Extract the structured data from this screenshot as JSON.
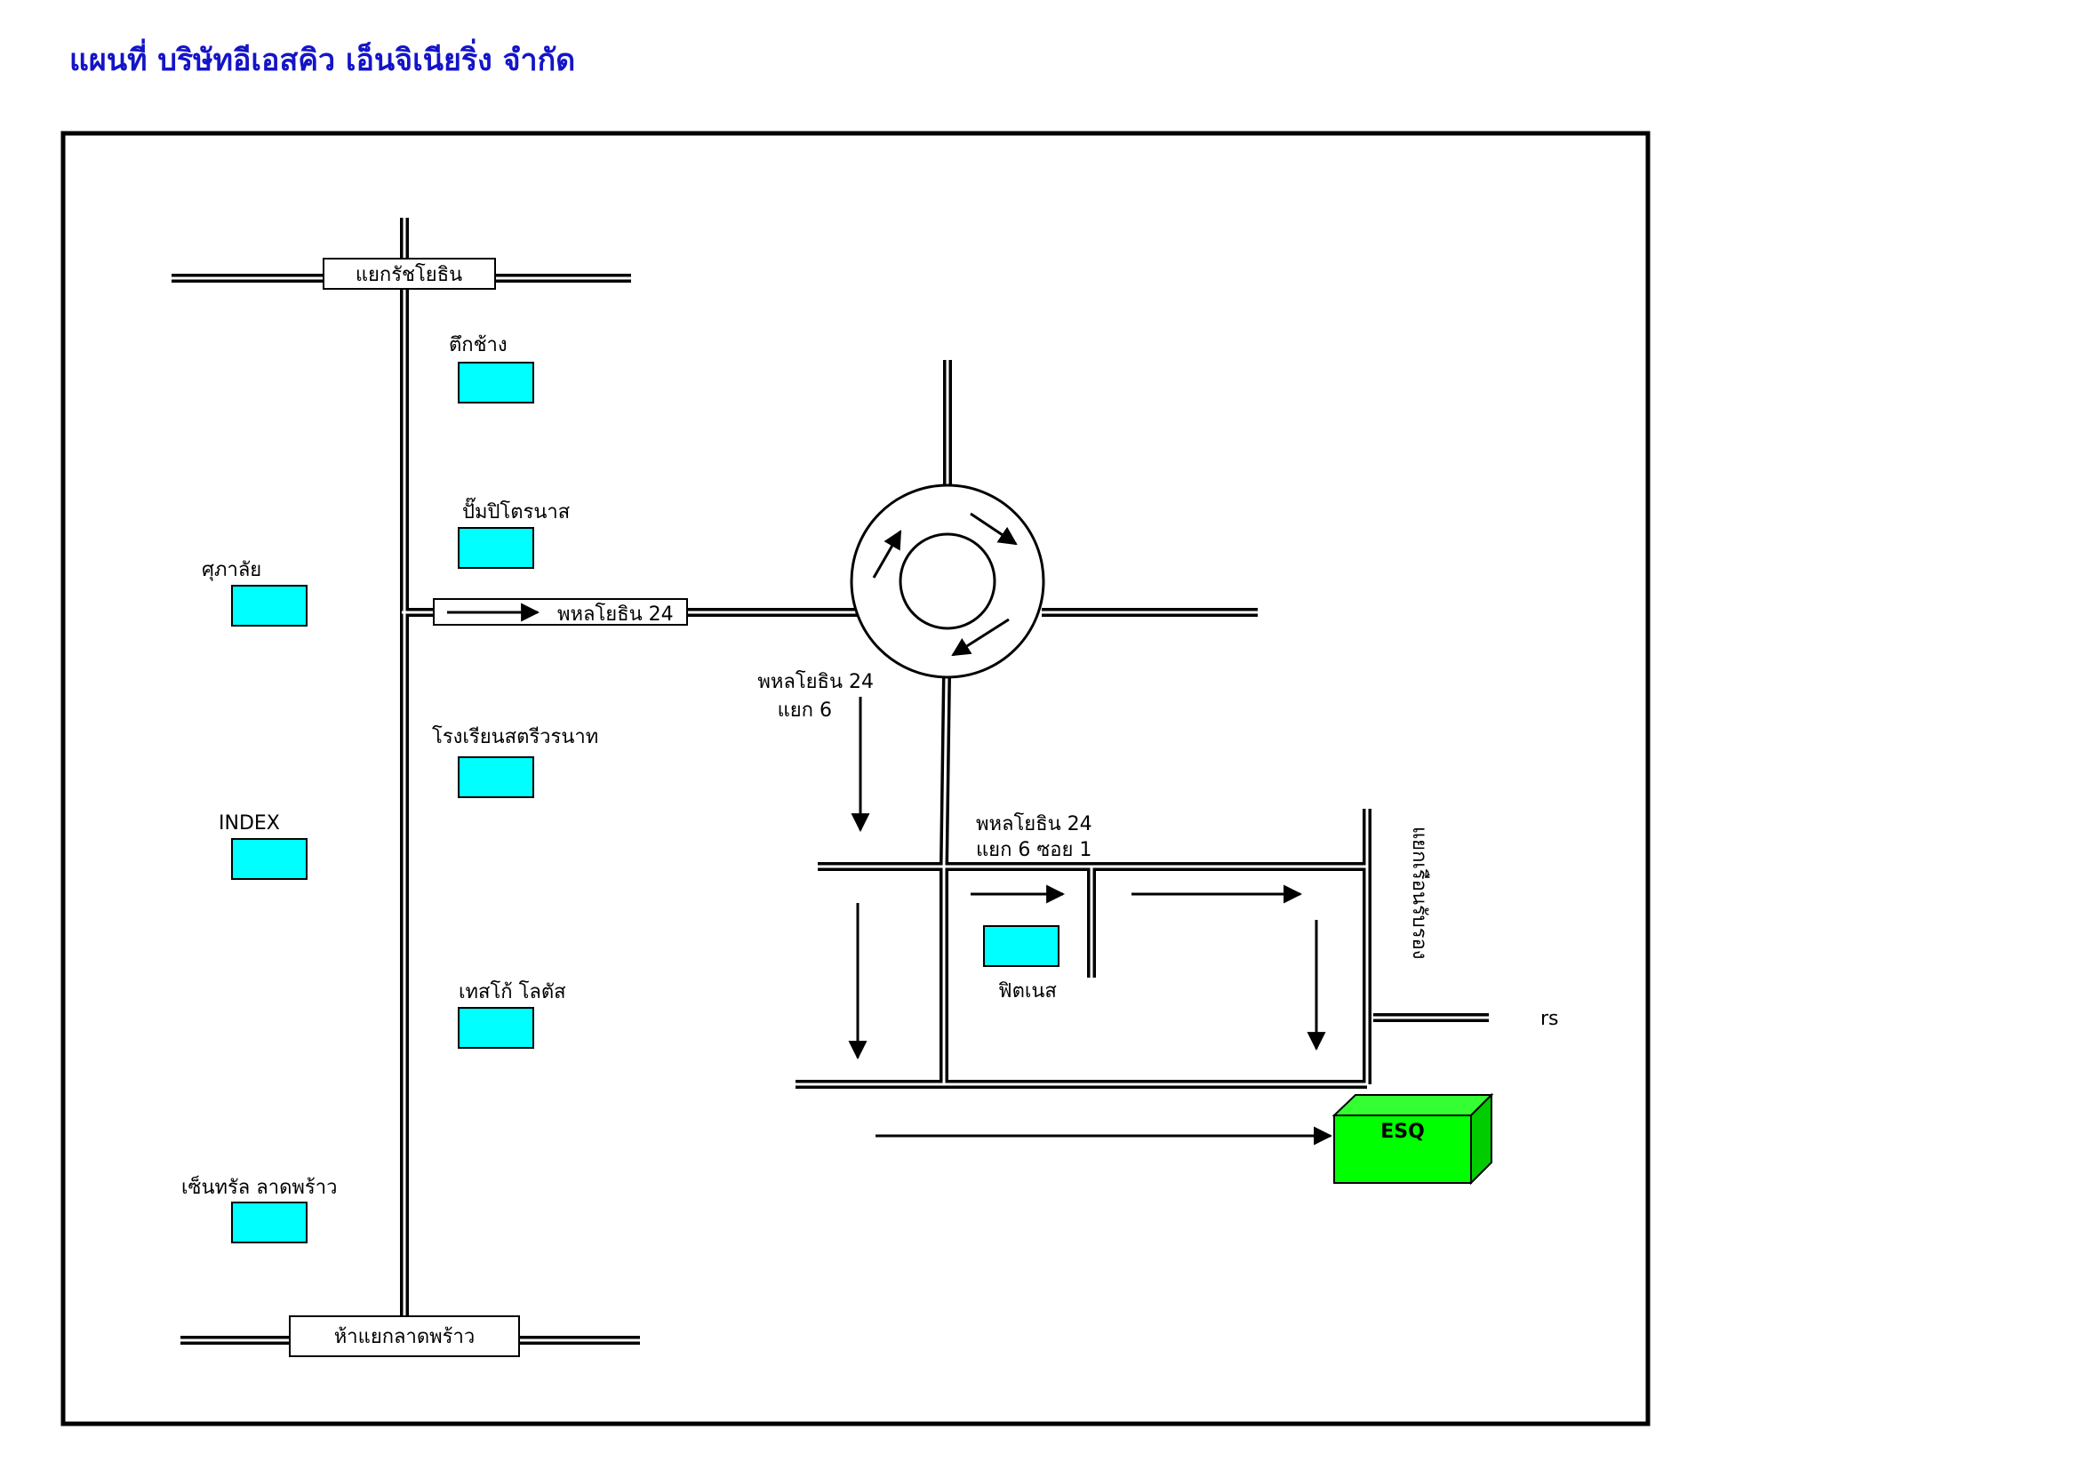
{
  "title": "แผนที่ บริษัทอีเอสคิว เอ็นจิเนียริ่ง จำกัด",
  "labels": {
    "ratchayothin_junction": "แยกรัชโยธิน",
    "lat_phrao_junction": "ห้าแยกลาดพร้าว",
    "phahonyothin_24": "พหลโยธิน 24",
    "soi_6_line1": "พหลโยธิน 24",
    "soi_6_line2": "แยก 6",
    "soi_6_1_line1": "พหลโยธิน 24",
    "soi_6_1_line2": "แยก 6 ซอย 1",
    "ruean_rap_rong": "แยกเรือนรับรอง",
    "rs": "rs"
  },
  "landmarks": {
    "tuk_chang": "ตึกช้าง",
    "pump_pitronas": "ปั๊มปิโตรนาส",
    "supalai": "ศุภาลัย",
    "school": "โรงเรียนสตรีวรนาท",
    "index": "INDEX",
    "tesco": "เทสโก้ โลตัส",
    "central": "เซ็นทรัล ลาดพร้าว",
    "fitness": "ฟิตเนส"
  },
  "destination": "ESQ",
  "colors": {
    "title": "#1414c8",
    "landmark_fill": "#00ffff",
    "destination_front": "#00ff00",
    "destination_top": "#33ff33",
    "destination_side": "#00cc00"
  }
}
